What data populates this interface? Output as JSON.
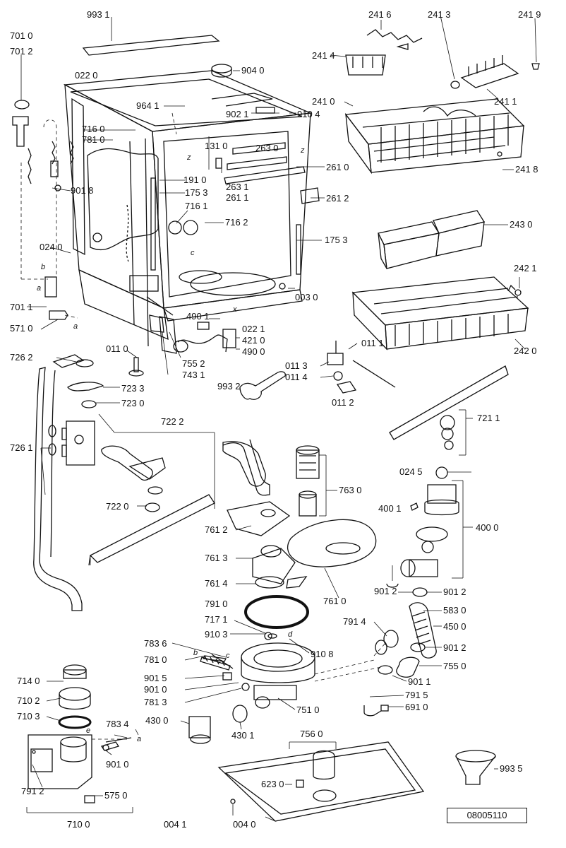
{
  "labels": [
    {
      "id": "993-1",
      "text": "993 1"
    },
    {
      "id": "701-0",
      "text": "701 0"
    },
    {
      "id": "701-2",
      "text": "701 2"
    },
    {
      "id": "022-0",
      "text": "022 0"
    },
    {
      "id": "904-0",
      "text": "904 0"
    },
    {
      "id": "964-1",
      "text": "964 1"
    },
    {
      "id": "902-1",
      "text": "902 1"
    },
    {
      "id": "910-4",
      "text": "910 4"
    },
    {
      "id": "716-0",
      "text": "716 0"
    },
    {
      "id": "781-0-top",
      "text": "781 0"
    },
    {
      "id": "131-0",
      "text": "131 0"
    },
    {
      "id": "263-0",
      "text": "263 0"
    },
    {
      "id": "261-0",
      "text": "261 0"
    },
    {
      "id": "191-0",
      "text": "191 0"
    },
    {
      "id": "175-3-a",
      "text": "175 3"
    },
    {
      "id": "263-1",
      "text": "263 1"
    },
    {
      "id": "261-1",
      "text": "261 1"
    },
    {
      "id": "261-2",
      "text": "261 2"
    },
    {
      "id": "901-8",
      "text": "901 8"
    },
    {
      "id": "716-1",
      "text": "716 1"
    },
    {
      "id": "716-2",
      "text": "716 2"
    },
    {
      "id": "175-3-b",
      "text": "175 3"
    },
    {
      "id": "024-0",
      "text": "024 0"
    },
    {
      "id": "003-0",
      "text": "003 0"
    },
    {
      "id": "701-1",
      "text": "701 1"
    },
    {
      "id": "490-1",
      "text": "490 1"
    },
    {
      "id": "022-1",
      "text": "022 1"
    },
    {
      "id": "571-0",
      "text": "571 0"
    },
    {
      "id": "421-0",
      "text": "421 0"
    },
    {
      "id": "490-0",
      "text": "490 0"
    },
    {
      "id": "726-2",
      "text": "726 2"
    },
    {
      "id": "011-0",
      "text": "011 0"
    },
    {
      "id": "755-2",
      "text": "755 2"
    },
    {
      "id": "743-1",
      "text": "743 1"
    },
    {
      "id": "723-3",
      "text": "723 3"
    },
    {
      "id": "723-0",
      "text": "723 0"
    },
    {
      "id": "993-2",
      "text": "993 2"
    },
    {
      "id": "722-2",
      "text": "722 2"
    },
    {
      "id": "726-1",
      "text": "726 1"
    },
    {
      "id": "722-0",
      "text": "722 0"
    },
    {
      "id": "241-6",
      "text": "241 6"
    },
    {
      "id": "241-3",
      "text": "241 3"
    },
    {
      "id": "241-9",
      "text": "241 9"
    },
    {
      "id": "241-4",
      "text": "241 4"
    },
    {
      "id": "241-0",
      "text": "241 0"
    },
    {
      "id": "241-1",
      "text": "241 1"
    },
    {
      "id": "241-8",
      "text": "241 8"
    },
    {
      "id": "243-0",
      "text": "243 0"
    },
    {
      "id": "242-1",
      "text": "242 1"
    },
    {
      "id": "242-0",
      "text": "242 0"
    },
    {
      "id": "011-1",
      "text": "011 1"
    },
    {
      "id": "011-3",
      "text": "011 3"
    },
    {
      "id": "011-4",
      "text": "011 4"
    },
    {
      "id": "011-2",
      "text": "011 2"
    },
    {
      "id": "721-1",
      "text": "721 1"
    },
    {
      "id": "763-0",
      "text": "763 0"
    },
    {
      "id": "024-5",
      "text": "024 5"
    },
    {
      "id": "400-1",
      "text": "400 1"
    },
    {
      "id": "400-0",
      "text": "400 0"
    },
    {
      "id": "761-2",
      "text": "761 2"
    },
    {
      "id": "761-3",
      "text": "761 3"
    },
    {
      "id": "761-4",
      "text": "761 4"
    },
    {
      "id": "761-0",
      "text": "761 0"
    },
    {
      "id": "901-2-a",
      "text": "901 2"
    },
    {
      "id": "901-2-b",
      "text": "901 2"
    },
    {
      "id": "791-0",
      "text": "791 0"
    },
    {
      "id": "583-0",
      "text": "583 0"
    },
    {
      "id": "717-1",
      "text": "717 1"
    },
    {
      "id": "791-4",
      "text": "791 4"
    },
    {
      "id": "450-0",
      "text": "450 0"
    },
    {
      "id": "783-6",
      "text": "783 6"
    },
    {
      "id": "910-3",
      "text": "910 3"
    },
    {
      "id": "910-8",
      "text": "910 8"
    },
    {
      "id": "901-2-c",
      "text": "901 2"
    },
    {
      "id": "781-0",
      "text": "781 0"
    },
    {
      "id": "755-0",
      "text": "755 0"
    },
    {
      "id": "714-0",
      "text": "714 0"
    },
    {
      "id": "901-5",
      "text": "901 5"
    },
    {
      "id": "901-0-a",
      "text": "901 0"
    },
    {
      "id": "901-1",
      "text": "901 1"
    },
    {
      "id": "710-2",
      "text": "710 2"
    },
    {
      "id": "781-3",
      "text": "781 3"
    },
    {
      "id": "791-5",
      "text": "791 5"
    },
    {
      "id": "751-0",
      "text": "751 0"
    },
    {
      "id": "691-0",
      "text": "691 0"
    },
    {
      "id": "710-3",
      "text": "710 3"
    },
    {
      "id": "783-4",
      "text": "783 4"
    },
    {
      "id": "430-0",
      "text": "430 0"
    },
    {
      "id": "430-1",
      "text": "430 1"
    },
    {
      "id": "756-0",
      "text": "756 0"
    },
    {
      "id": "901-0-b",
      "text": "901 0"
    },
    {
      "id": "993-5",
      "text": "993 5"
    },
    {
      "id": "791-2",
      "text": "791 2"
    },
    {
      "id": "623-0",
      "text": "623 0"
    },
    {
      "id": "575-0",
      "text": "575 0"
    },
    {
      "id": "004-1",
      "text": "004 1"
    },
    {
      "id": "004-0",
      "text": "004 0"
    },
    {
      "id": "710-0",
      "text": "710 0"
    }
  ],
  "markers": [
    {
      "id": "z1",
      "text": "z"
    },
    {
      "id": "z2",
      "text": "z"
    },
    {
      "id": "c",
      "text": "c"
    },
    {
      "id": "x",
      "text": "x"
    },
    {
      "id": "a1",
      "text": "a"
    },
    {
      "id": "b1",
      "text": "b"
    },
    {
      "id": "a2",
      "text": "a"
    },
    {
      "id": "b2",
      "text": "b"
    },
    {
      "id": "c2",
      "text": "c"
    },
    {
      "id": "d",
      "text": "d"
    },
    {
      "id": "e",
      "text": "e"
    },
    {
      "id": "a3",
      "text": "a"
    }
  ],
  "drawing_code": "08005110"
}
